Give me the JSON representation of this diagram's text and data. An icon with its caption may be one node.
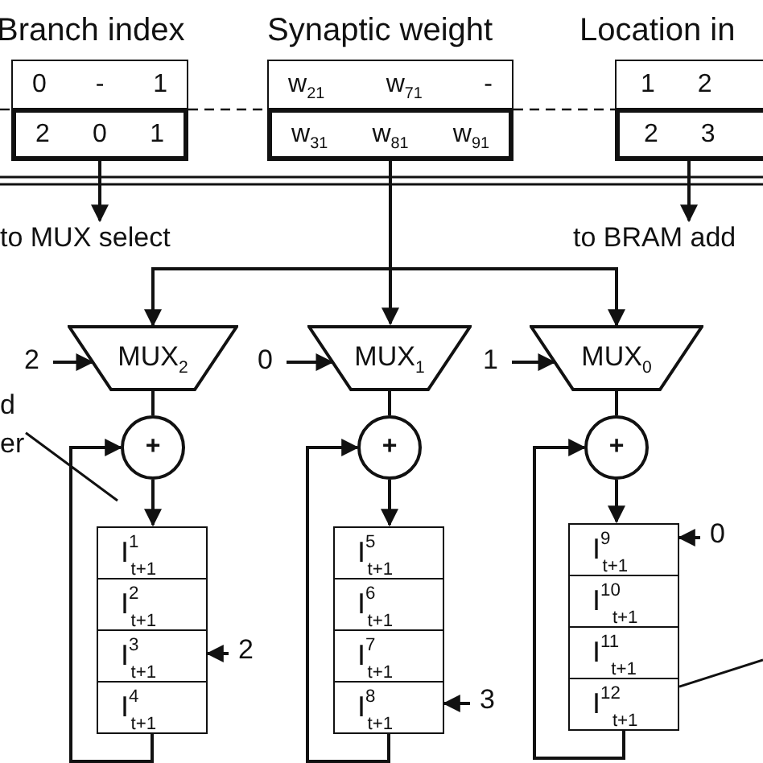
{
  "diagram": {
    "nodes": [
      {
        "text": [
          "Branch index"
        ]
      },
      {
        "text": [
          "0 - 1"
        ],
        "in": 0
      },
      {
        "text": [
          "2 0 1"
        ],
        "in": 0
      },
      {
        "text": [
          "Synaptic weight"
        ]
      },
      {
        "text": [
          "w$_{21}$ w$_{71}$ -"
        ],
        "in": 3
      },
      {
        "text": [
          "w$_{31}$ w$_{81}$ w$_{91}$"
        ],
        "in": 3
      },
      {
        "text": [
          "Location in"
        ]
      },
      {
        "text": [
          "1 2"
        ],
        "in": 6
      },
      {
        "text": [
          "2 3"
        ],
        "in": 6
      },
      {
        "text": [
          "to MUX select"
        ]
      },
      {
        "text": [
          "to BRAM add"
        ]
      },
      {
        "text": [
          "MUX$_{2}$"
        ]
      },
      {
        "text": [
          "MUX$_{1}$"
        ]
      },
      {
        "text": [
          "MUX$_{0}$"
        ]
      },
      {
        "text": [
          "2"
        ]
      },
      {
        "text": [
          "0"
        ]
      },
      {
        "text": [
          "1"
        ]
      },
      {
        "text": [
          "+"
        ]
      },
      {
        "text": [
          "+"
        ]
      },
      {
        "text": [
          "+"
        ]
      },
      {
        "text": [
          "I$^{1}$$_{t+1}$"
        ]
      },
      {
        "text": [
          "I$^{2}$$_{t+1}$"
        ]
      },
      {
        "text": [
          "I$^{3}$$_{t+1}$"
        ]
      },
      {
        "text": [
          "I$^{4}$$_{t+1}$"
        ]
      },
      {
        "text": [
          "I$^{5}$$_{t+1}$"
        ]
      },
      {
        "text": [
          "I$^{6}$$_{t+1}$"
        ]
      },
      {
        "text": [
          "I$^{7}$$_{t+1}$"
        ]
      },
      {
        "text": [
          "I$^{8}$$_{t+1}$"
        ]
      },
      {
        "text": [
          "I$^{9}$$_{t+1}$"
        ]
      },
      {
        "text": [
          "I$^{10}$$_{t+1}$"
        ]
      },
      {
        "text": [
          "I$^{11}$$_{t+1}$"
        ]
      },
      {
        "text": [
          "I$^{12}$$_{t+1}$"
        ]
      },
      {
        "text": [
          "2"
        ]
      },
      {
        "text": [
          "3"
        ]
      },
      {
        "text": [
          "0"
        ]
      },
      {
        "text": [
          "d er"
        ]
      }
    ],
    "edges": [
      {
        "from": 2,
        "to": 9,
        "arrow": "to"
      },
      {
        "from": 8,
        "to": 10,
        "arrow": "to"
      },
      {
        "from": 5,
        "to": 11,
        "arrow": "to"
      },
      {
        "from": 5,
        "to": 12,
        "arrow": "to"
      },
      {
        "from": 5,
        "to": 13,
        "arrow": "to"
      },
      {
        "from": 14,
        "to": 11,
        "arrow": "to"
      },
      {
        "from": 15,
        "to": 12,
        "arrow": "to"
      },
      {
        "from": 16,
        "to": 13,
        "arrow": "to"
      },
      {
        "from": 11,
        "to": 17,
        "arrow": "none"
      },
      {
        "from": 12,
        "to": 18,
        "arrow": "none"
      },
      {
        "from": 13,
        "to": 19,
        "arrow": "none"
      },
      {
        "from": 17,
        "to": 20,
        "arrow": "to"
      },
      {
        "from": 18,
        "to": 24,
        "arrow": "to"
      },
      {
        "from": 19,
        "to": 28,
        "arrow": "to"
      },
      {
        "from": 23,
        "to": 17,
        "arrow": "to"
      },
      {
        "from": 27,
        "to": 18,
        "arrow": "to"
      },
      {
        "from": 31,
        "to": 19,
        "arrow": "to"
      },
      {
        "from": 32,
        "to": 22,
        "arrow": "to"
      },
      {
        "from": 33,
        "to": 27,
        "arrow": "to"
      },
      {
        "from": 34,
        "to": 28,
        "arrow": "to"
      },
      {
        "from": 35,
        "to": null,
        "arrow": "none"
      },
      {
        "from": 31,
        "to": null,
        "arrow": "none"
      }
    ]
  }
}
